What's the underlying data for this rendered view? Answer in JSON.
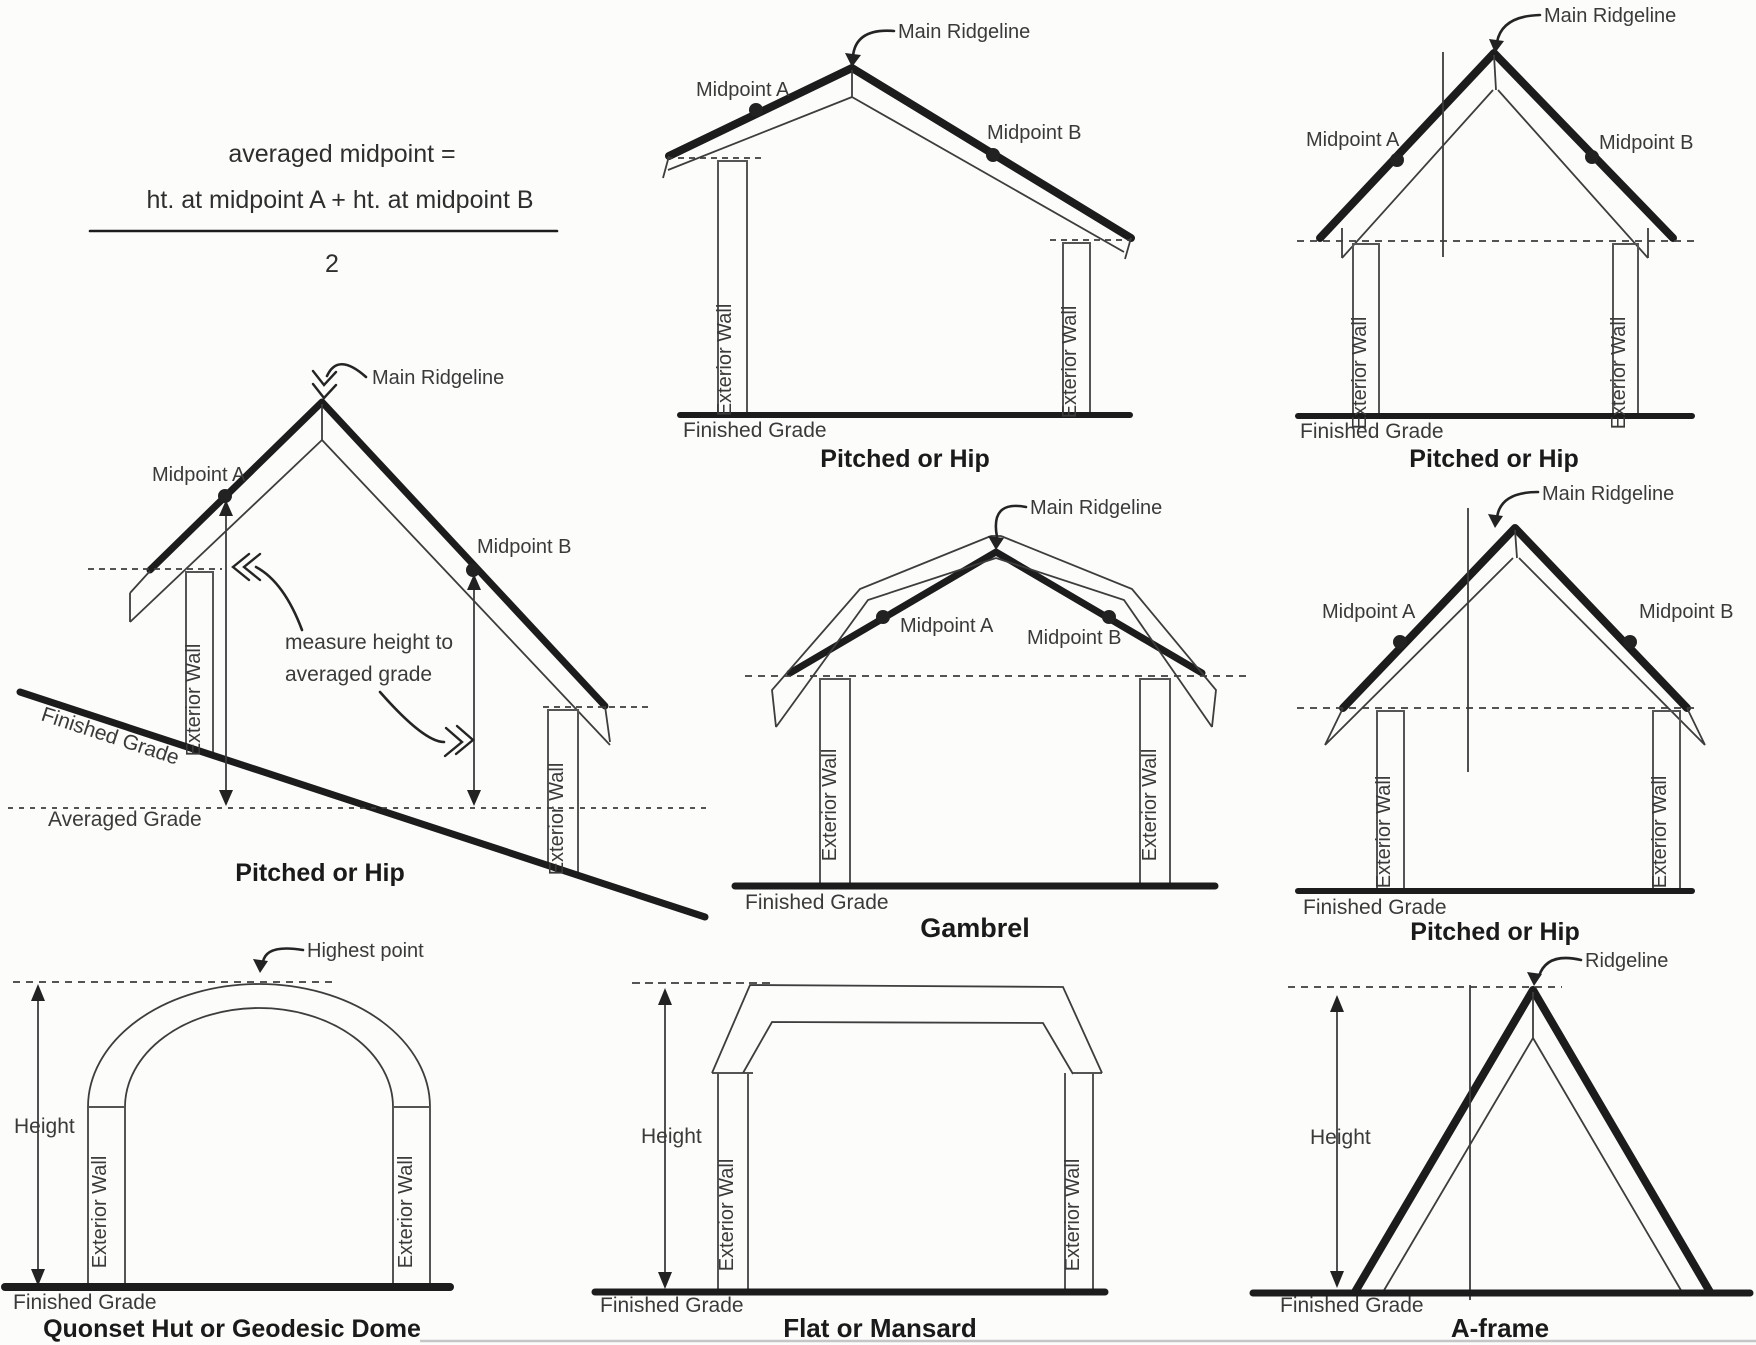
{
  "colors": {
    "background": "#fcfcfb",
    "line_ink": "#1c1c1c",
    "thin_ink": "#3d3d3d",
    "label_ink": "#3a3a3a",
    "title_ink": "#1a1a1a"
  },
  "formula": {
    "intro": "averaged midpoint =",
    "numerator": "ht. at midpoint A + ht. at midpoint B",
    "denominator": "2"
  },
  "panels": {
    "pitched_top_center": {
      "title": "Pitched or Hip",
      "main_ridgeline": "Main Ridgeline",
      "midpoint_a": "Midpoint A",
      "midpoint_b": "Midpoint B",
      "exterior_wall": "Exterior Wall",
      "finished_grade": "Finished Grade"
    },
    "pitched_top_right": {
      "title": "Pitched or Hip",
      "main_ridgeline": "Main Ridgeline",
      "midpoint_a": "Midpoint A",
      "midpoint_b": "Midpoint B",
      "exterior_wall": "Exterior Wall",
      "finished_grade": "Finished Grade"
    },
    "pitched_sloped": {
      "title": "Pitched or Hip",
      "main_ridgeline": "Main Ridgeline",
      "midpoint_a": "Midpoint A",
      "midpoint_b": "Midpoint B",
      "exterior_wall": "Exterior Wall",
      "finished_grade": "Finished Grade",
      "averaged_grade": "Averaged Grade",
      "note_line1": "measure height to",
      "note_line2": "averaged grade"
    },
    "gambrel": {
      "title": "Gambrel",
      "main_ridgeline": "Main Ridgeline",
      "midpoint_a": "Midpoint A",
      "midpoint_b": "Midpoint B",
      "exterior_wall": "Exterior Wall",
      "finished_grade": "Finished Grade"
    },
    "pitched_mid_right": {
      "title": "Pitched or Hip",
      "main_ridgeline": "Main Ridgeline",
      "midpoint_a": "Midpoint A",
      "midpoint_b": "Midpoint B",
      "exterior_wall": "Exterior Wall",
      "finished_grade": "Finished Grade"
    },
    "quonset": {
      "title": "Quonset Hut or Geodesic Dome",
      "highest_point": "Highest point",
      "height": "Height",
      "exterior_wall": "Exterior Wall",
      "finished_grade": "Finished Grade"
    },
    "flat_mansard": {
      "title": "Flat or Mansard",
      "height": "Height",
      "exterior_wall": "Exterior Wall",
      "finished_grade": "Finished Grade"
    },
    "a_frame": {
      "title": "A-frame",
      "ridgeline": "Ridgeline",
      "height": "Height",
      "finished_grade": "Finished Grade"
    }
  }
}
